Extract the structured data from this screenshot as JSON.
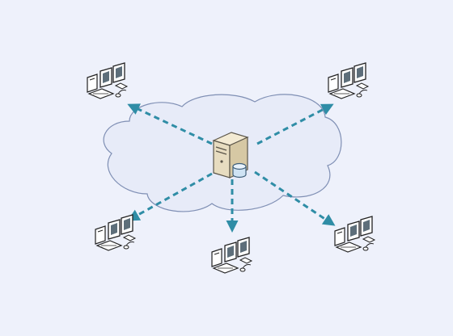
{
  "diagram": {
    "type": "network-topology",
    "hub": {
      "icon": "server-with-database-icon"
    },
    "cloud": {
      "icon": "cloud-icon"
    },
    "clients": [
      {
        "id": "top-left",
        "icon": "workstation-icon"
      },
      {
        "id": "top-right",
        "icon": "workstation-icon"
      },
      {
        "id": "bottom-left",
        "icon": "workstation-icon"
      },
      {
        "id": "bottom-center",
        "icon": "workstation-icon"
      },
      {
        "id": "bottom-right",
        "icon": "workstation-icon"
      }
    ],
    "connections": [
      {
        "from": "hub",
        "to": "top-left"
      },
      {
        "from": "hub",
        "to": "top-right"
      },
      {
        "from": "hub",
        "to": "bottom-left"
      },
      {
        "from": "hub",
        "to": "bottom-center"
      },
      {
        "from": "hub",
        "to": "bottom-right"
      }
    ],
    "colors": {
      "background": "#eef1fb",
      "cloud_fill": "#e7ebf8",
      "cloud_stroke": "#7f8fb4",
      "connection": "#2f8da6",
      "server_body": "#e7dcc0",
      "server_stroke": "#5b5549",
      "database": "#cfe3f4",
      "monitor_screen": "#5d6e7a"
    }
  }
}
